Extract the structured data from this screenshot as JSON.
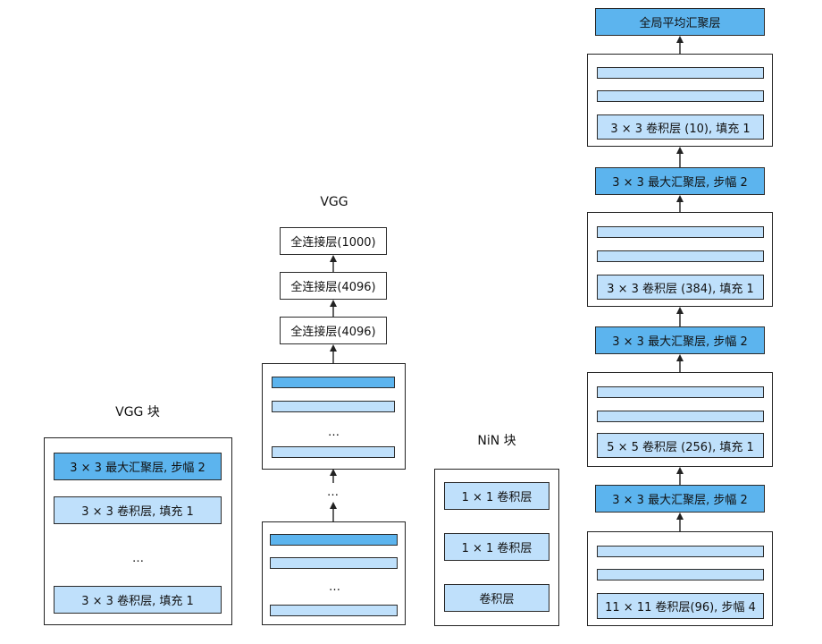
{
  "colors": {
    "pool": "#5cb4ee",
    "conv": "#bfe0fb",
    "fc": "#ffffff",
    "border": "#222222"
  },
  "vgg_block": {
    "title": "VGG 块",
    "pool_label": "3 × 3 最大汇聚层, 步幅 2",
    "conv_top_label": "3 × 3 卷积层, 填充 1",
    "ellipsis": "…",
    "conv_bottom_label": "3 × 3 卷积层, 填充 1"
  },
  "vgg": {
    "title": "VGG",
    "fc3_label": "全连接层(1000)",
    "fc2_label": "全连接层(4096)",
    "fc1_label": "全连接层(4096)",
    "ellipsis_inner_top": "…",
    "ellipsis_between": "…",
    "ellipsis_inner_bottom": "…"
  },
  "nin_block": {
    "title": "NiN 块",
    "conv1x1_top_label": "1 × 1 卷积层",
    "conv1x1_mid_label": "1 × 1 卷积层",
    "conv_label": "卷积层"
  },
  "nin": {
    "gap_label": "全局平均汇聚层",
    "block4_conv_label": "3 × 3 卷积层 (10), 填充 1",
    "pool3_label": "3 × 3 最大汇聚层, 步幅 2",
    "block3_conv_label": "3 × 3 卷积层 (384), 填充 1",
    "pool2_label": "3 × 3 最大汇聚层, 步幅 2",
    "block2_conv_label": "5 × 5 卷积层 (256), 填充 1",
    "pool1_label": "3 × 3 最大汇聚层, 步幅 2",
    "block1_conv_label": "11 × 11 卷积层(96), 步幅 4"
  }
}
